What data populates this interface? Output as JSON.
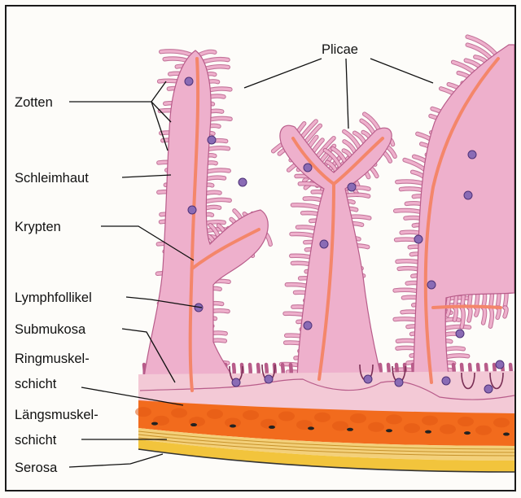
{
  "labels": {
    "plicae": "Plicae",
    "zotten": "Zotten",
    "schleimhaut": "Schleimhaut",
    "krypten": "Krypten",
    "lymphfollikel": "Lymphfollikel",
    "submukosa": "Submukosa",
    "ringmuskel_1": "Ringmuskel-",
    "ringmuskel_2": "schicht",
    "laengsmuskel_1": "Längsmuskel-",
    "laengsmuskel_2": "schicht",
    "serosa": "Serosa"
  },
  "colors": {
    "mucosa": "#eeb0cc",
    "mucosa_edge": "#b85c8a",
    "core": "#f4866a",
    "submucosa": "#f3c9d6",
    "ring_muscle": "#f26b1d",
    "long_muscle": "#f3d07a",
    "serosa": "#f2c43c",
    "follicle": "#8a6bb5"
  }
}
